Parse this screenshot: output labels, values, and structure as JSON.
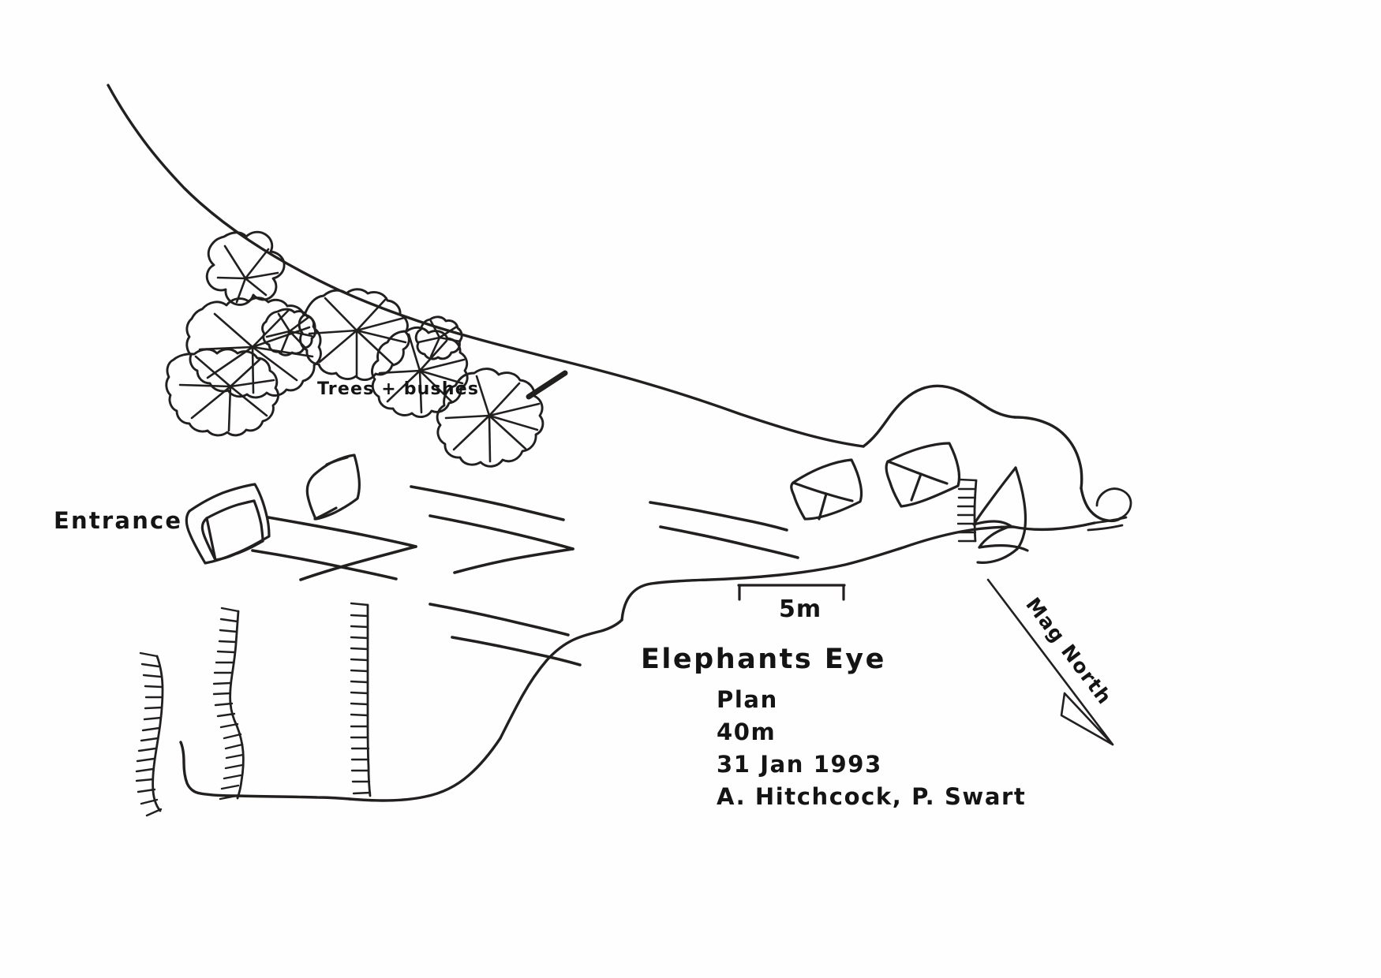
{
  "document": {
    "kind": "hand-drawn cave survey",
    "sheet_background": "#ffffff",
    "ink_color": "#221f1f"
  },
  "labels": {
    "entrance": "Entrance",
    "vegetation": "Trees + bushes"
  },
  "scale_bar": {
    "length_label": "5m"
  },
  "north_arrow": {
    "label": "Mag North"
  },
  "title_block": {
    "cave_name": "Elephants Eye",
    "view": "Plan",
    "length": "40m",
    "date": "31 Jan 1993",
    "surveyors": "A. Hitchcock, P. Swart"
  }
}
